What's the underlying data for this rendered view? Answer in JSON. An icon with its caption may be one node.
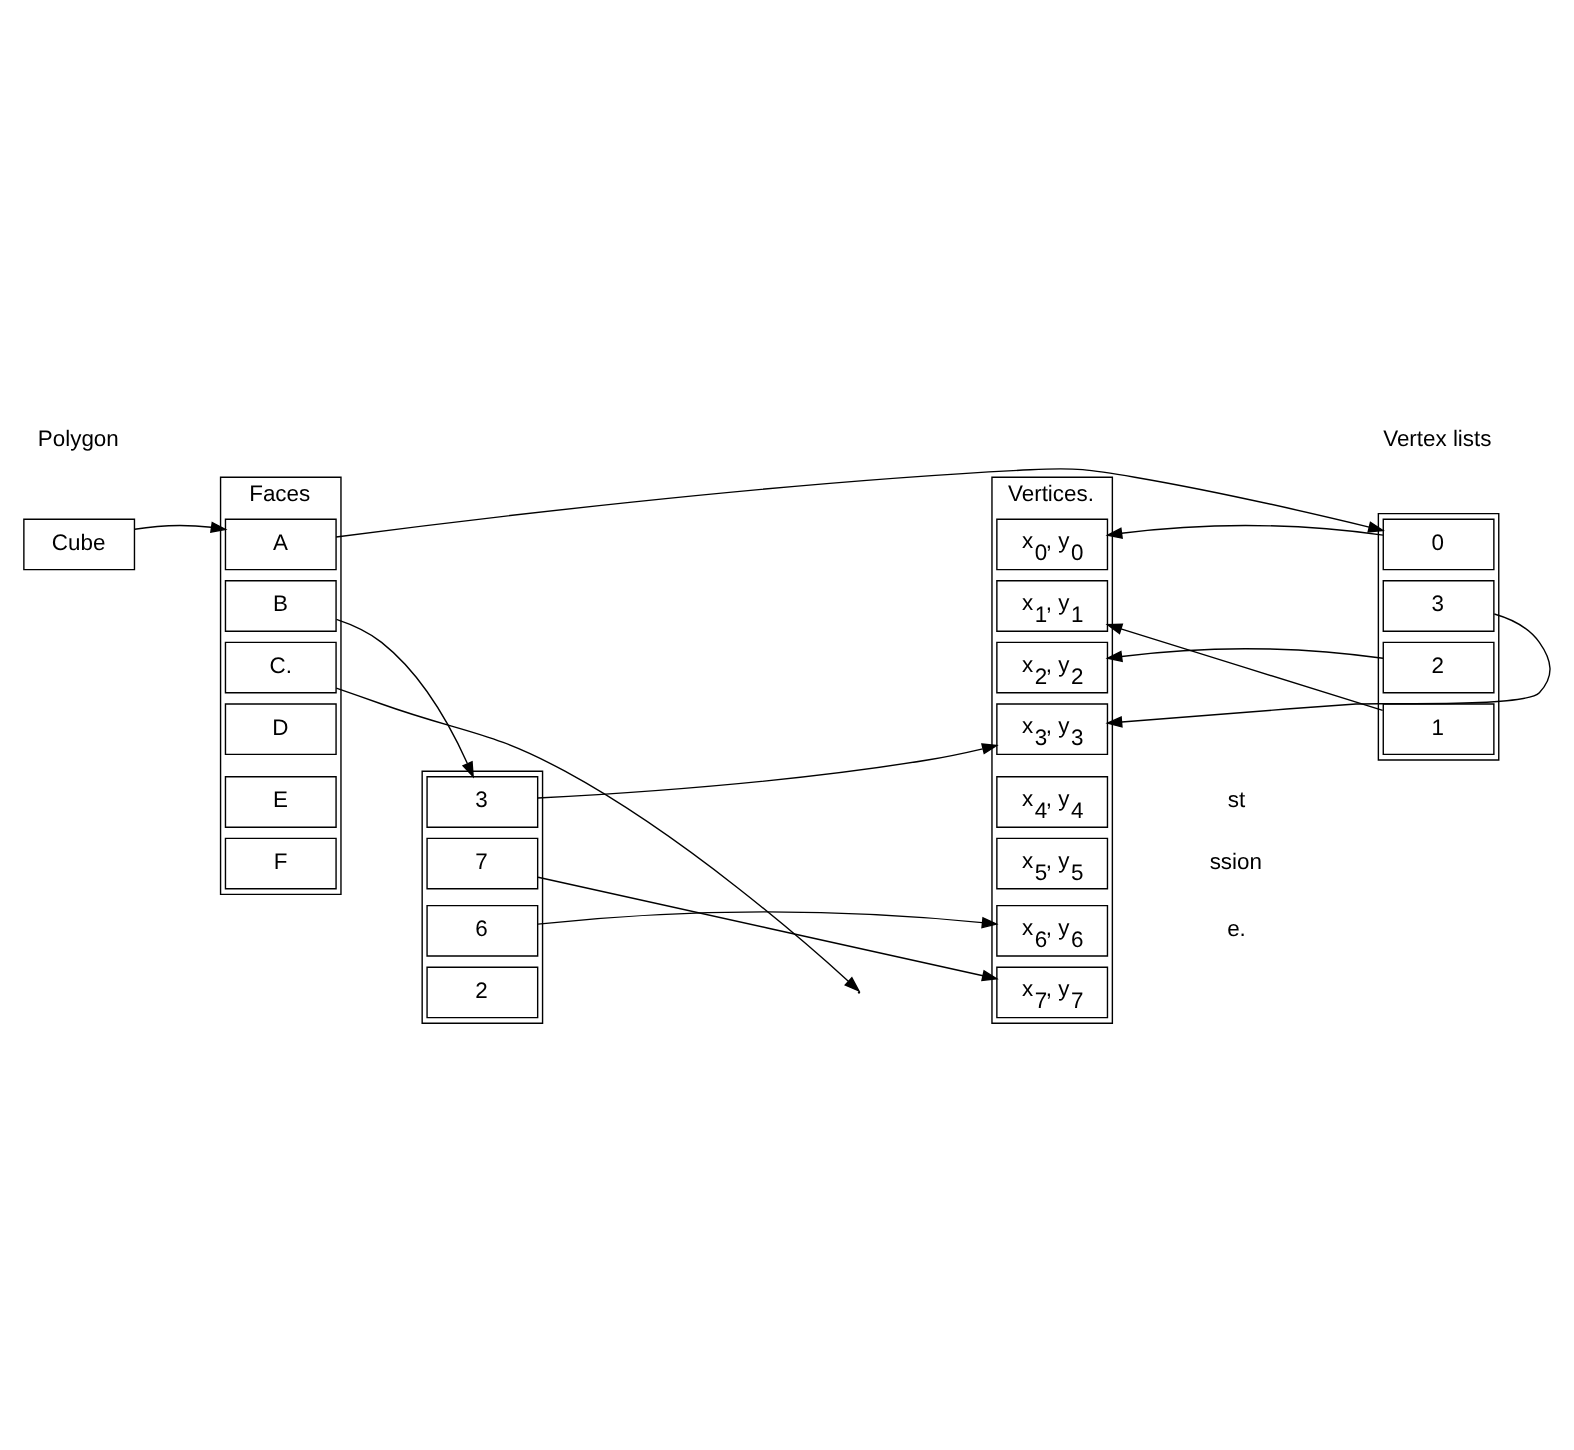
{
  "diagram": {
    "nodes": [
      {
        "text": [
          "Cube"
        ]
      },
      {
        "text": [
          "Faces"
        ]
      },
      {
        "text": [
          "A"
        ],
        "in": 1
      },
      {
        "text": [
          "B"
        ],
        "in": 1
      },
      {
        "text": [
          "C."
        ],
        "in": 1
      },
      {
        "text": [
          "D"
        ],
        "in": 1
      },
      {
        "text": [
          "E"
        ],
        "in": 1
      },
      {
        "text": [
          "F"
        ],
        "in": 1
      },
      {
        "text": [],
        "shape": "box"
      },
      {
        "text": [
          "0"
        ],
        "in": 8
      },
      {
        "text": [
          "3"
        ],
        "in": 8
      },
      {
        "text": [
          "2"
        ],
        "in": 8
      },
      {
        "text": [
          "1"
        ],
        "in": 8
      },
      {
        "text": [],
        "shape": "box"
      },
      {
        "text": [
          "3"
        ],
        "in": 13
      },
      {
        "text": [
          "7"
        ],
        "in": 13
      },
      {
        "text": [
          "6"
        ],
        "in": 13
      },
      {
        "text": [
          "2"
        ],
        "in": 13
      },
      {
        "text": [
          "Vertices."
        ]
      },
      {
        "text": [
          "x$_{0}$, y$_{0}$"
        ],
        "in": 18
      },
      {
        "text": [
          "x$_{1}$, y$_{1}$"
        ],
        "in": 18
      },
      {
        "text": [
          "x$_{2}$, y$_{2}$"
        ],
        "in": 18
      },
      {
        "text": [
          "x$_{3}$, y$_{3}$"
        ],
        "in": 18
      },
      {
        "text": [
          "x$_{4}$, y$_{4}$"
        ],
        "in": 18
      },
      {
        "text": [
          "x$_{5}$, y$_{5}$"
        ],
        "in": 18
      },
      {
        "text": [
          "x$_{6}$, y$_{6}$"
        ],
        "in": 18
      },
      {
        "text": [
          "x$_{7}$, y$_{7}$"
        ],
        "in": 18
      }
    ],
    "edges": [
      {
        "from": 0,
        "to": 2,
        "arrow": "to"
      },
      {
        "from": 2,
        "to": 9,
        "arrow": "to"
      },
      {
        "from": 3,
        "to": 14,
        "arrow": "to"
      },
      {
        "from": 4,
        "to": null,
        "arrow": "to"
      },
      {
        "from": 9,
        "to": 19,
        "arrow": "to"
      },
      {
        "from": 10,
        "to": 22,
        "arrow": "to"
      },
      {
        "from": 11,
        "to": 21,
        "arrow": "to"
      },
      {
        "from": 12,
        "to": 20,
        "arrow": "to"
      },
      {
        "from": 14,
        "to": 22,
        "arrow": "to"
      },
      {
        "from": 15,
        "to": 26,
        "arrow": "to"
      },
      {
        "from": 16,
        "to": 25,
        "arrow": "to"
      }
    ],
    "labels": [
      "Polygon",
      "Vertex lists",
      "st",
      "ssion",
      "e."
    ]
  }
}
